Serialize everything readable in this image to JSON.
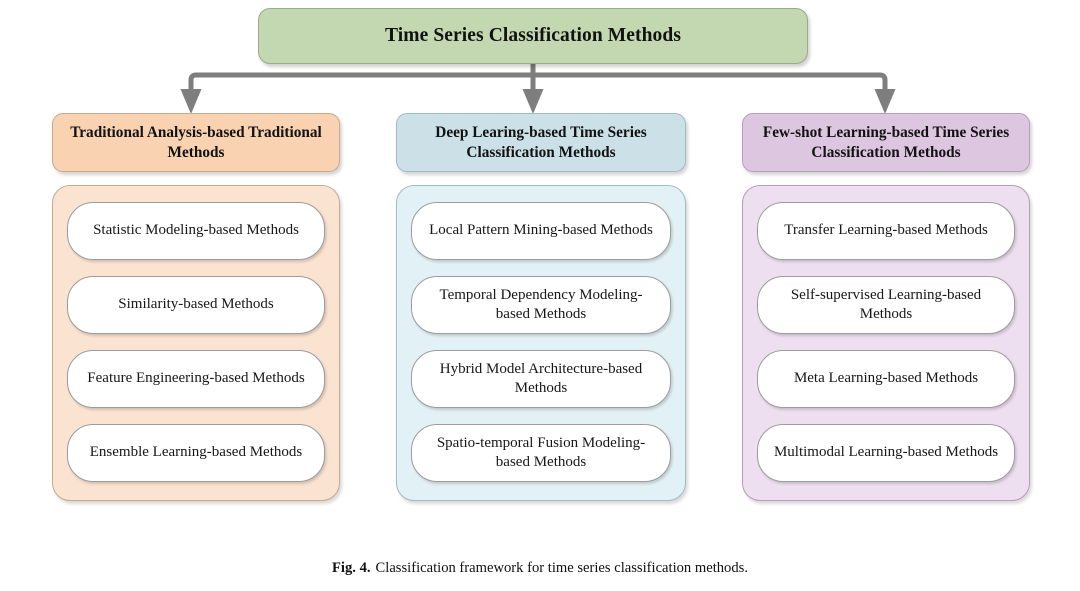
{
  "figure": {
    "root": {
      "label": "Time Series Classification Methods",
      "fill": "#C3D7B0",
      "border": "#9AAB8E"
    },
    "columns": [
      {
        "id": "traditional",
        "header": "Traditional Analysis-based Traditional Methods",
        "header_fill": "#F9D2B2",
        "body_fill": "#FBE3D2",
        "border": "#C8A98E",
        "items": [
          "Statistic Modeling-based Methods",
          "Similarity-based Methods",
          "Feature Engineering-based Methods",
          "Ensemble Learning-based Methods"
        ]
      },
      {
        "id": "deep-learning",
        "header": "Deep Learing-based Time Series Classification Methods",
        "header_fill": "#CCE0E8",
        "body_fill": "#E2F1F5",
        "border": "#9FBBC4",
        "items": [
          "Local Pattern Mining-based Methods",
          "Temporal Dependency Modeling-based Methods",
          "Hybrid Model Architecture-based Methods",
          "Spatio-temporal Fusion Modeling-based Methods"
        ]
      },
      {
        "id": "few-shot",
        "header": "Few-shot Learning-based Time Series Classification Methods",
        "header_fill": "#DDC7E0",
        "body_fill": "#EEDFF0",
        "border": "#B79CBB",
        "items": [
          "Transfer Learning-based Methods",
          "Self-supervised Learning-based Methods",
          "Meta Learning-based Methods",
          "Multimodal Learning-based Methods"
        ]
      }
    ],
    "connector": {
      "color": "#7E7E7E",
      "width": 5
    },
    "caption": {
      "prefix": "Fig. 4.",
      "text": "Classification framework for time series classification methods."
    }
  }
}
